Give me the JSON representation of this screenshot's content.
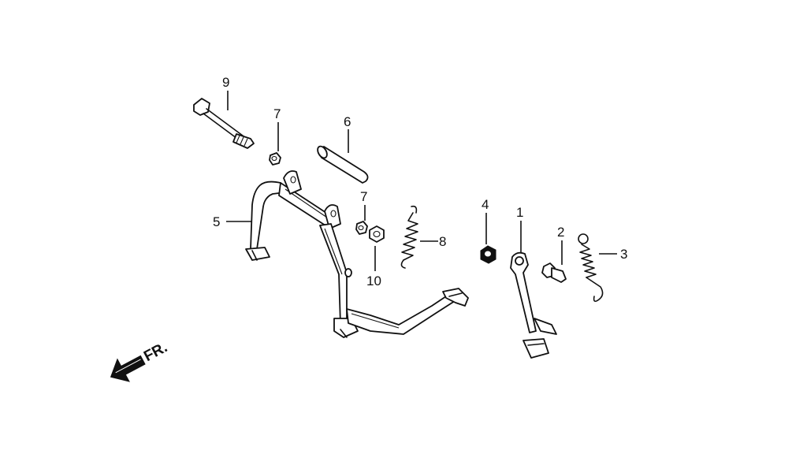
{
  "front_label": "FR.",
  "callouts": [
    {
      "id": "1",
      "label": "1"
    },
    {
      "id": "2",
      "label": "2"
    },
    {
      "id": "3",
      "label": "3"
    },
    {
      "id": "4",
      "label": "4"
    },
    {
      "id": "5",
      "label": "5"
    },
    {
      "id": "6",
      "label": "6"
    },
    {
      "id": "7a",
      "label": "7"
    },
    {
      "id": "7b",
      "label": "7"
    },
    {
      "id": "8",
      "label": "8"
    },
    {
      "id": "9",
      "label": "9"
    },
    {
      "id": "10",
      "label": "10"
    }
  ]
}
